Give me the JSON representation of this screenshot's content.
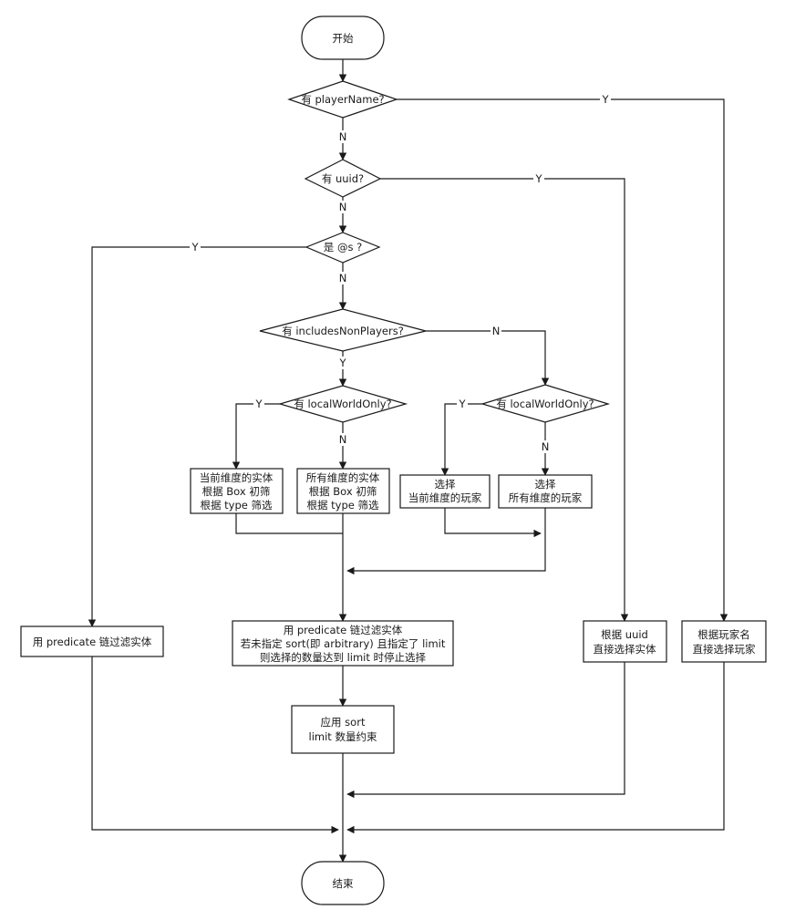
{
  "nodes": {
    "start": "开始",
    "q_player": "有 playerName?",
    "q_uuid": "有 uuid?",
    "q_self": "是 @s ?",
    "q_nonplayers": "有 includesNonPlayers?",
    "q_local_left": "有 localWorldOnly?",
    "q_local_right": "有 localWorldOnly?",
    "box_cur_entity": [
      "当前维度的实体",
      "根据 Box 初筛",
      "根据 type 筛选"
    ],
    "box_all_entity": [
      "所有维度的实体",
      "根据 Box 初筛",
      "根据 type 筛选"
    ],
    "box_cur_player": [
      "选择",
      "当前维度的玩家"
    ],
    "box_all_player": [
      "选择",
      "所有维度的玩家"
    ],
    "box_predicate_chain": [
      "用 predicate 链过滤实体",
      "若未指定 sort(即 arbitrary) 且指定了 limit",
      "则选择的数量达到 limit 时停止选择"
    ],
    "box_predicate_simple": "用 predicate 链过滤实体",
    "box_uuid": [
      "根据 uuid",
      "直接选择实体"
    ],
    "box_name": [
      "根据玩家名",
      "直接选择玩家"
    ],
    "box_sort": [
      "应用 sort",
      "limit 数量约束"
    ],
    "end": "结束"
  },
  "labels": {
    "yes": "Y",
    "no": "N"
  }
}
